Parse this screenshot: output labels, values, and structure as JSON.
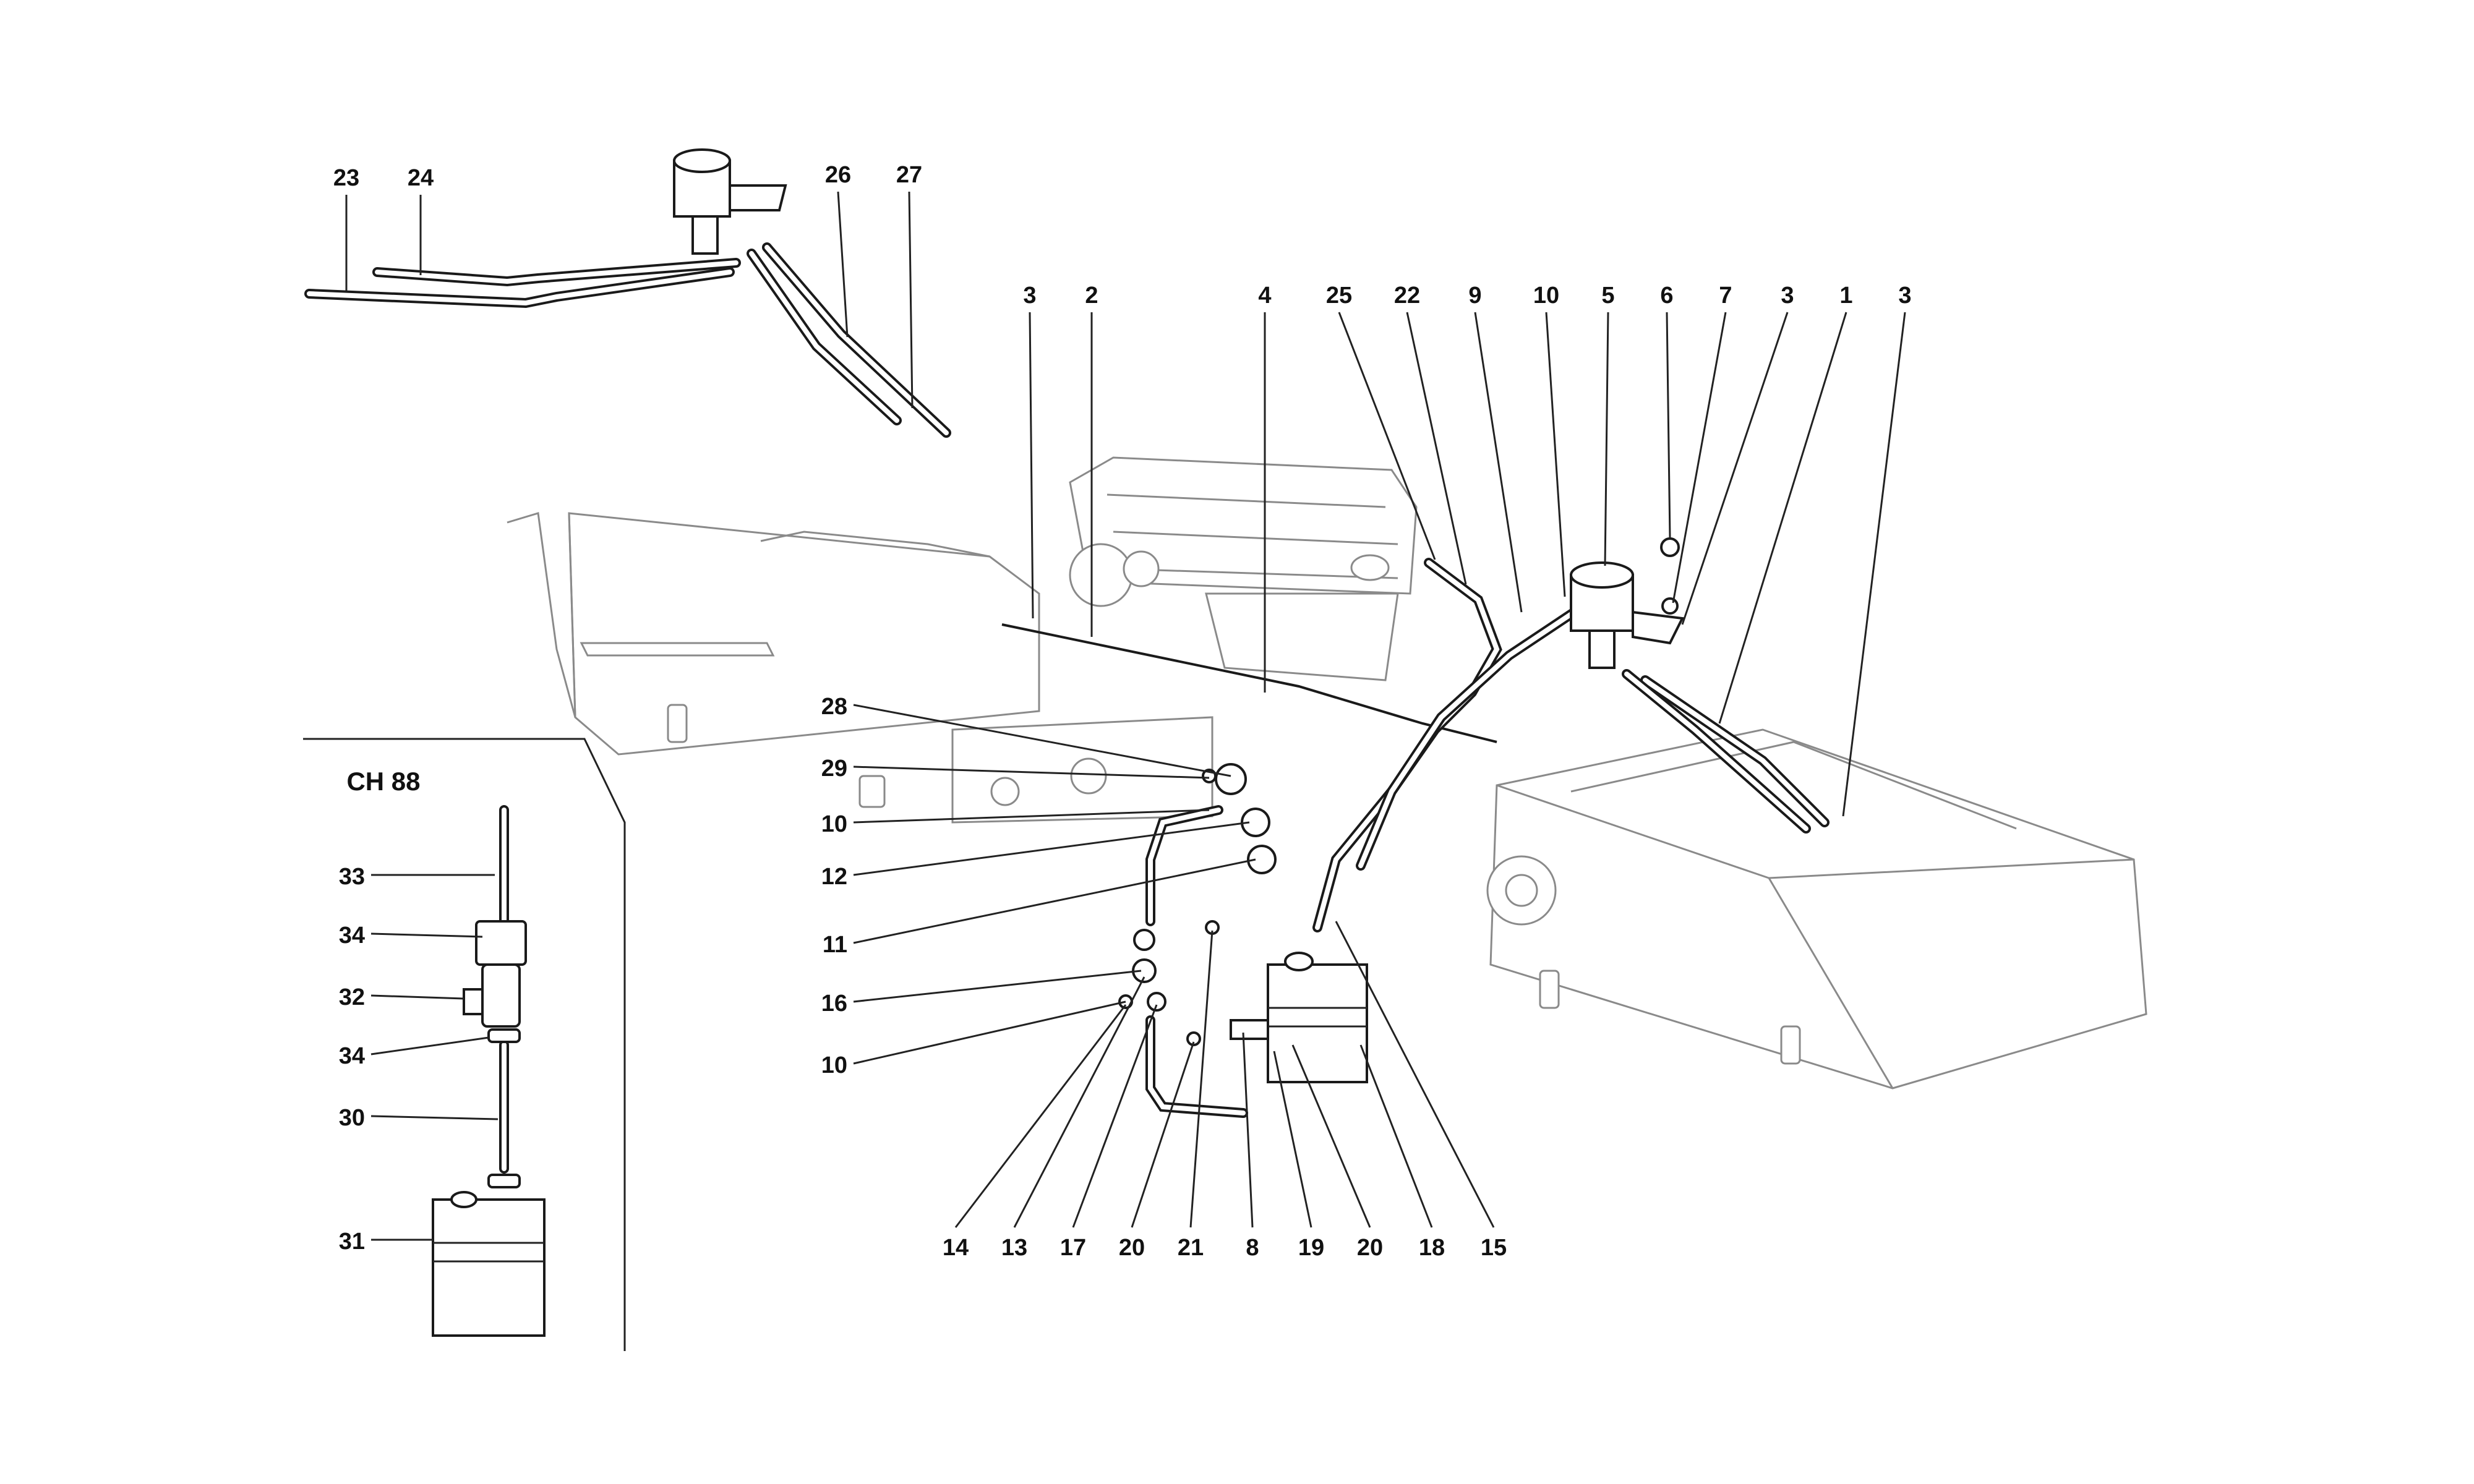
{
  "diagram": {
    "inset_title": "CH 88",
    "callouts": [
      {
        "id": "c23",
        "text": "23"
      },
      {
        "id": "c24",
        "text": "24"
      },
      {
        "id": "c26",
        "text": "26"
      },
      {
        "id": "c27",
        "text": "27"
      },
      {
        "id": "c3a",
        "text": "3"
      },
      {
        "id": "c2",
        "text": "2"
      },
      {
        "id": "c4",
        "text": "4"
      },
      {
        "id": "c25",
        "text": "25"
      },
      {
        "id": "c22",
        "text": "22"
      },
      {
        "id": "c9",
        "text": "9"
      },
      {
        "id": "c10a",
        "text": "10"
      },
      {
        "id": "c5",
        "text": "5"
      },
      {
        "id": "c6",
        "text": "6"
      },
      {
        "id": "c7",
        "text": "7"
      },
      {
        "id": "c3b",
        "text": "3"
      },
      {
        "id": "c1",
        "text": "1"
      },
      {
        "id": "c3c",
        "text": "3"
      },
      {
        "id": "c28",
        "text": "28"
      },
      {
        "id": "c29",
        "text": "29"
      },
      {
        "id": "c10b",
        "text": "10"
      },
      {
        "id": "c12",
        "text": "12"
      },
      {
        "id": "c11",
        "text": "11"
      },
      {
        "id": "c16",
        "text": "16"
      },
      {
        "id": "c10c",
        "text": "10"
      },
      {
        "id": "c14",
        "text": "14"
      },
      {
        "id": "c13",
        "text": "13"
      },
      {
        "id": "c17",
        "text": "17"
      },
      {
        "id": "c20a",
        "text": "20"
      },
      {
        "id": "c21",
        "text": "21"
      },
      {
        "id": "c8",
        "text": "8"
      },
      {
        "id": "c19",
        "text": "19"
      },
      {
        "id": "c20b",
        "text": "20"
      },
      {
        "id": "c18",
        "text": "18"
      },
      {
        "id": "c15",
        "text": "15"
      },
      {
        "id": "c33",
        "text": "33"
      },
      {
        "id": "c34a",
        "text": "34"
      },
      {
        "id": "c32",
        "text": "32"
      },
      {
        "id": "c34b",
        "text": "34"
      },
      {
        "id": "c30",
        "text": "30"
      },
      {
        "id": "c31",
        "text": "31"
      }
    ]
  }
}
